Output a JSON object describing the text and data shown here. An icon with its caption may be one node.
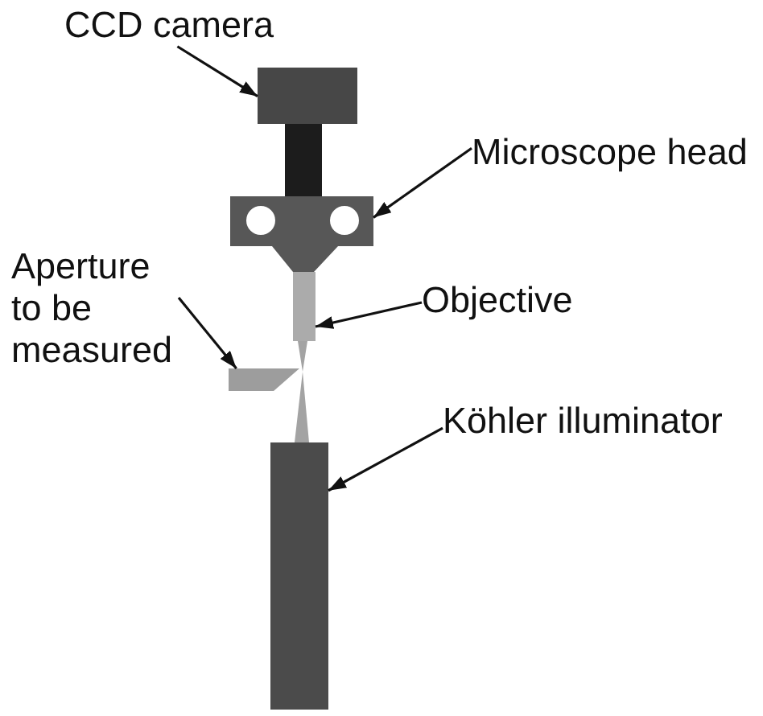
{
  "diagram": {
    "nodes": [
      {
        "text": [
          "CCD camera"
        ]
      },
      {
        "text": [],
        "shape": "box"
      },
      {
        "text": [
          "Microscope head"
        ]
      },
      {
        "text": [],
        "shape": "picture"
      },
      {
        "text": [
          "Objective"
        ]
      },
      {
        "text": [],
        "shape": "box"
      },
      {
        "text": [
          "Aperture to be measured"
        ]
      },
      {
        "text": [],
        "shape": "picture"
      },
      {
        "text": [
          "Köhler illuminator"
        ]
      },
      {
        "text": [],
        "shape": "box"
      }
    ],
    "edges": [
      {
        "from": 0,
        "to": 1,
        "arrow": "to"
      },
      {
        "from": 2,
        "to": 3,
        "arrow": "to"
      },
      {
        "from": 4,
        "to": 5,
        "arrow": "to"
      },
      {
        "from": 6,
        "to": 7,
        "arrow": "to"
      },
      {
        "from": 8,
        "to": 9,
        "arrow": "to"
      }
    ]
  }
}
